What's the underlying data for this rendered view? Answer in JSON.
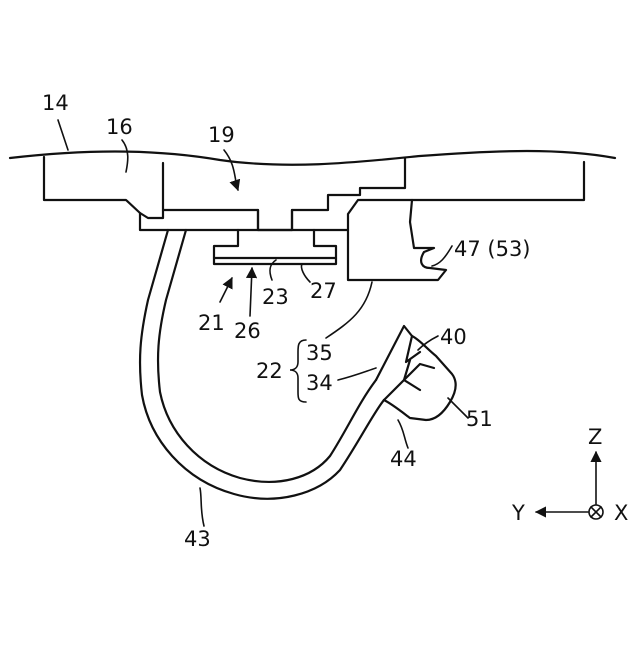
{
  "figure": {
    "labels": {
      "l14": "14",
      "l16": "16",
      "l19": "19",
      "l47": "47 (53)",
      "l23": "23",
      "l27": "27",
      "l21": "21",
      "l26": "26",
      "l22": "22",
      "l35": "35",
      "l34": "34",
      "l40": "40",
      "l51": "51",
      "l44": "44",
      "l43": "43"
    },
    "axes": {
      "z": "Z",
      "y": "Y",
      "x": "X"
    },
    "colors": {
      "stroke": "#111111",
      "background": "#ffffff"
    }
  }
}
